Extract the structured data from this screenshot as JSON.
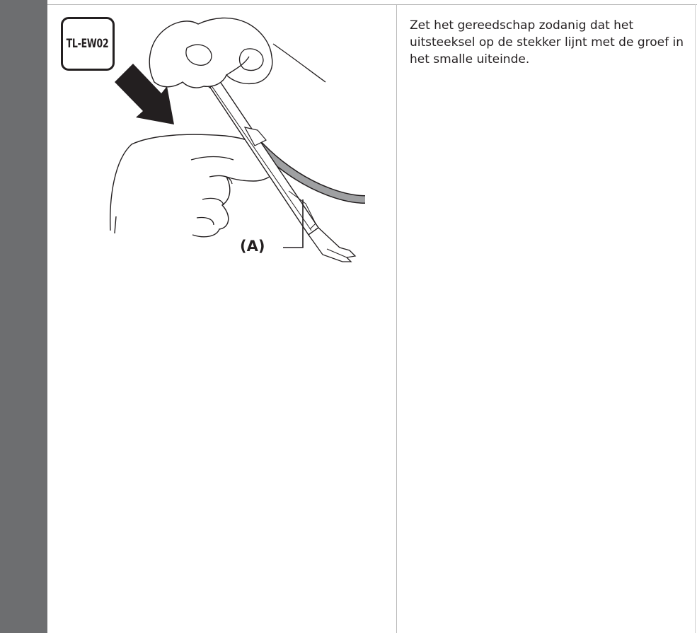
{
  "tool_badge": {
    "label": "TL-EW02"
  },
  "figure": {
    "callout_label": "(A)"
  },
  "instruction": {
    "text": "Zet het gereedschap zodanig dat het uitsteeksel op de stekker lijnt met de groef in het smalle uiteinde."
  },
  "colors": {
    "sidebar": "#6d6e70",
    "ink": "#231f20",
    "cable": "#9fa0a2",
    "rule": "#b9b9b9"
  }
}
